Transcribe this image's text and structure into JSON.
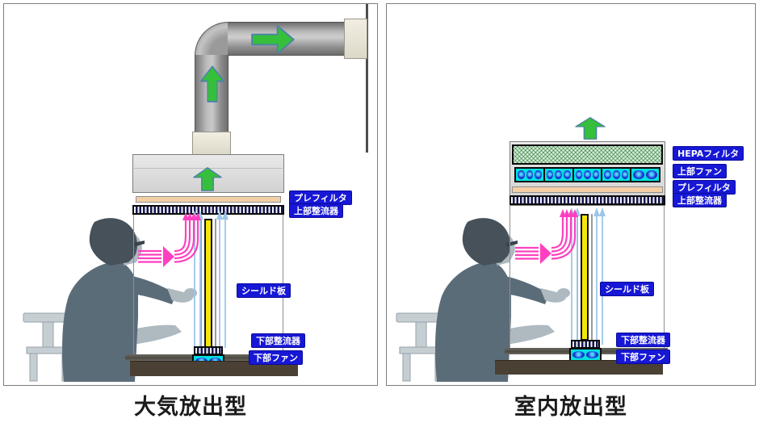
{
  "panels": {
    "left": {
      "caption": "大気放出型",
      "labels": {
        "prefilter": "プレフィルタ",
        "upper_rectifier": "上部整流器",
        "shield": "シールド板",
        "lower_rectifier": "下部整流器",
        "lower_fan": "下部ファン"
      },
      "fan_cells": {
        "lower": [
          2
        ]
      }
    },
    "right": {
      "caption": "室内放出型",
      "labels": {
        "hepa": "HEPAフィルタ",
        "upper_fan": "上部ファン",
        "prefilter": "プレフィルタ",
        "upper_rectifier": "上部整流器",
        "shield": "シールド板",
        "lower_rectifier": "下部整流器",
        "lower_fan": "下部ファン"
      },
      "fan_cells": {
        "upper": [
          3,
          3,
          3,
          3,
          2
        ],
        "lower": [
          2
        ]
      }
    },
    "colors": {
      "label_bg": "#1717d6",
      "label_text": "#ffffff",
      "arrow_green": "#35bf3a",
      "flow_pink": "#ff3fc0",
      "flow_blue": "#9cc6e8",
      "shield_yellow": "#f5e60a",
      "prefilter_peach": "#f4cfa5",
      "hepa_green": "#d9eed6",
      "fan_cyan": "#00e2e2",
      "fan_blade_blue": "#1d3ad6",
      "base_brown": "#4b4034",
      "duct_gray": "#9a9a9a"
    }
  }
}
